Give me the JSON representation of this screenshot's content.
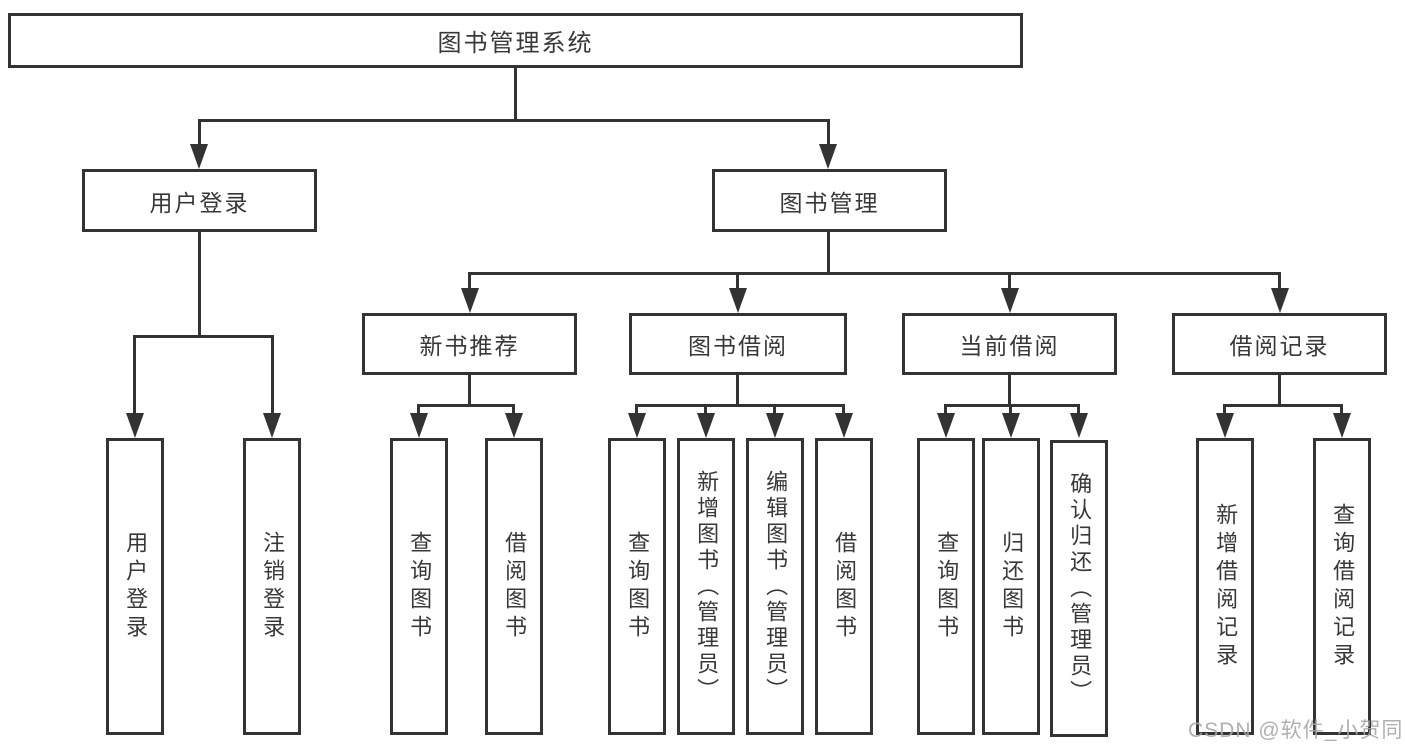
{
  "diagram_type": "hierarchy-tree",
  "colors": {
    "line": "#333333",
    "text": "#383838",
    "background": "#ffffff",
    "watermark": "#a8a8a8"
  },
  "tree": {
    "root": {
      "label": "图书管理系统",
      "children": [
        {
          "label": "用户登录",
          "children": [
            {
              "label": "用户登录"
            },
            {
              "label": "注销登录"
            }
          ]
        },
        {
          "label": "图书管理",
          "children": [
            {
              "label": "新书推荐",
              "children": [
                {
                  "label": "查询图书"
                },
                {
                  "label": "借阅图书"
                }
              ]
            },
            {
              "label": "图书借阅",
              "children": [
                {
                  "label": "查询图书"
                },
                {
                  "label": "新增图书（管理员）"
                },
                {
                  "label": "编辑图书（管理员）"
                },
                {
                  "label": "借阅图书"
                }
              ]
            },
            {
              "label": "当前借阅",
              "children": [
                {
                  "label": "查询图书"
                },
                {
                  "label": "归还图书"
                },
                {
                  "label": "确认归还（管理员）"
                }
              ]
            },
            {
              "label": "借阅记录",
              "children": [
                {
                  "label": "新增借阅记录"
                },
                {
                  "label": "查询借阅记录"
                }
              ]
            }
          ]
        }
      ]
    }
  },
  "watermark": {
    "text": "CSDN @软件_小贺同学"
  }
}
